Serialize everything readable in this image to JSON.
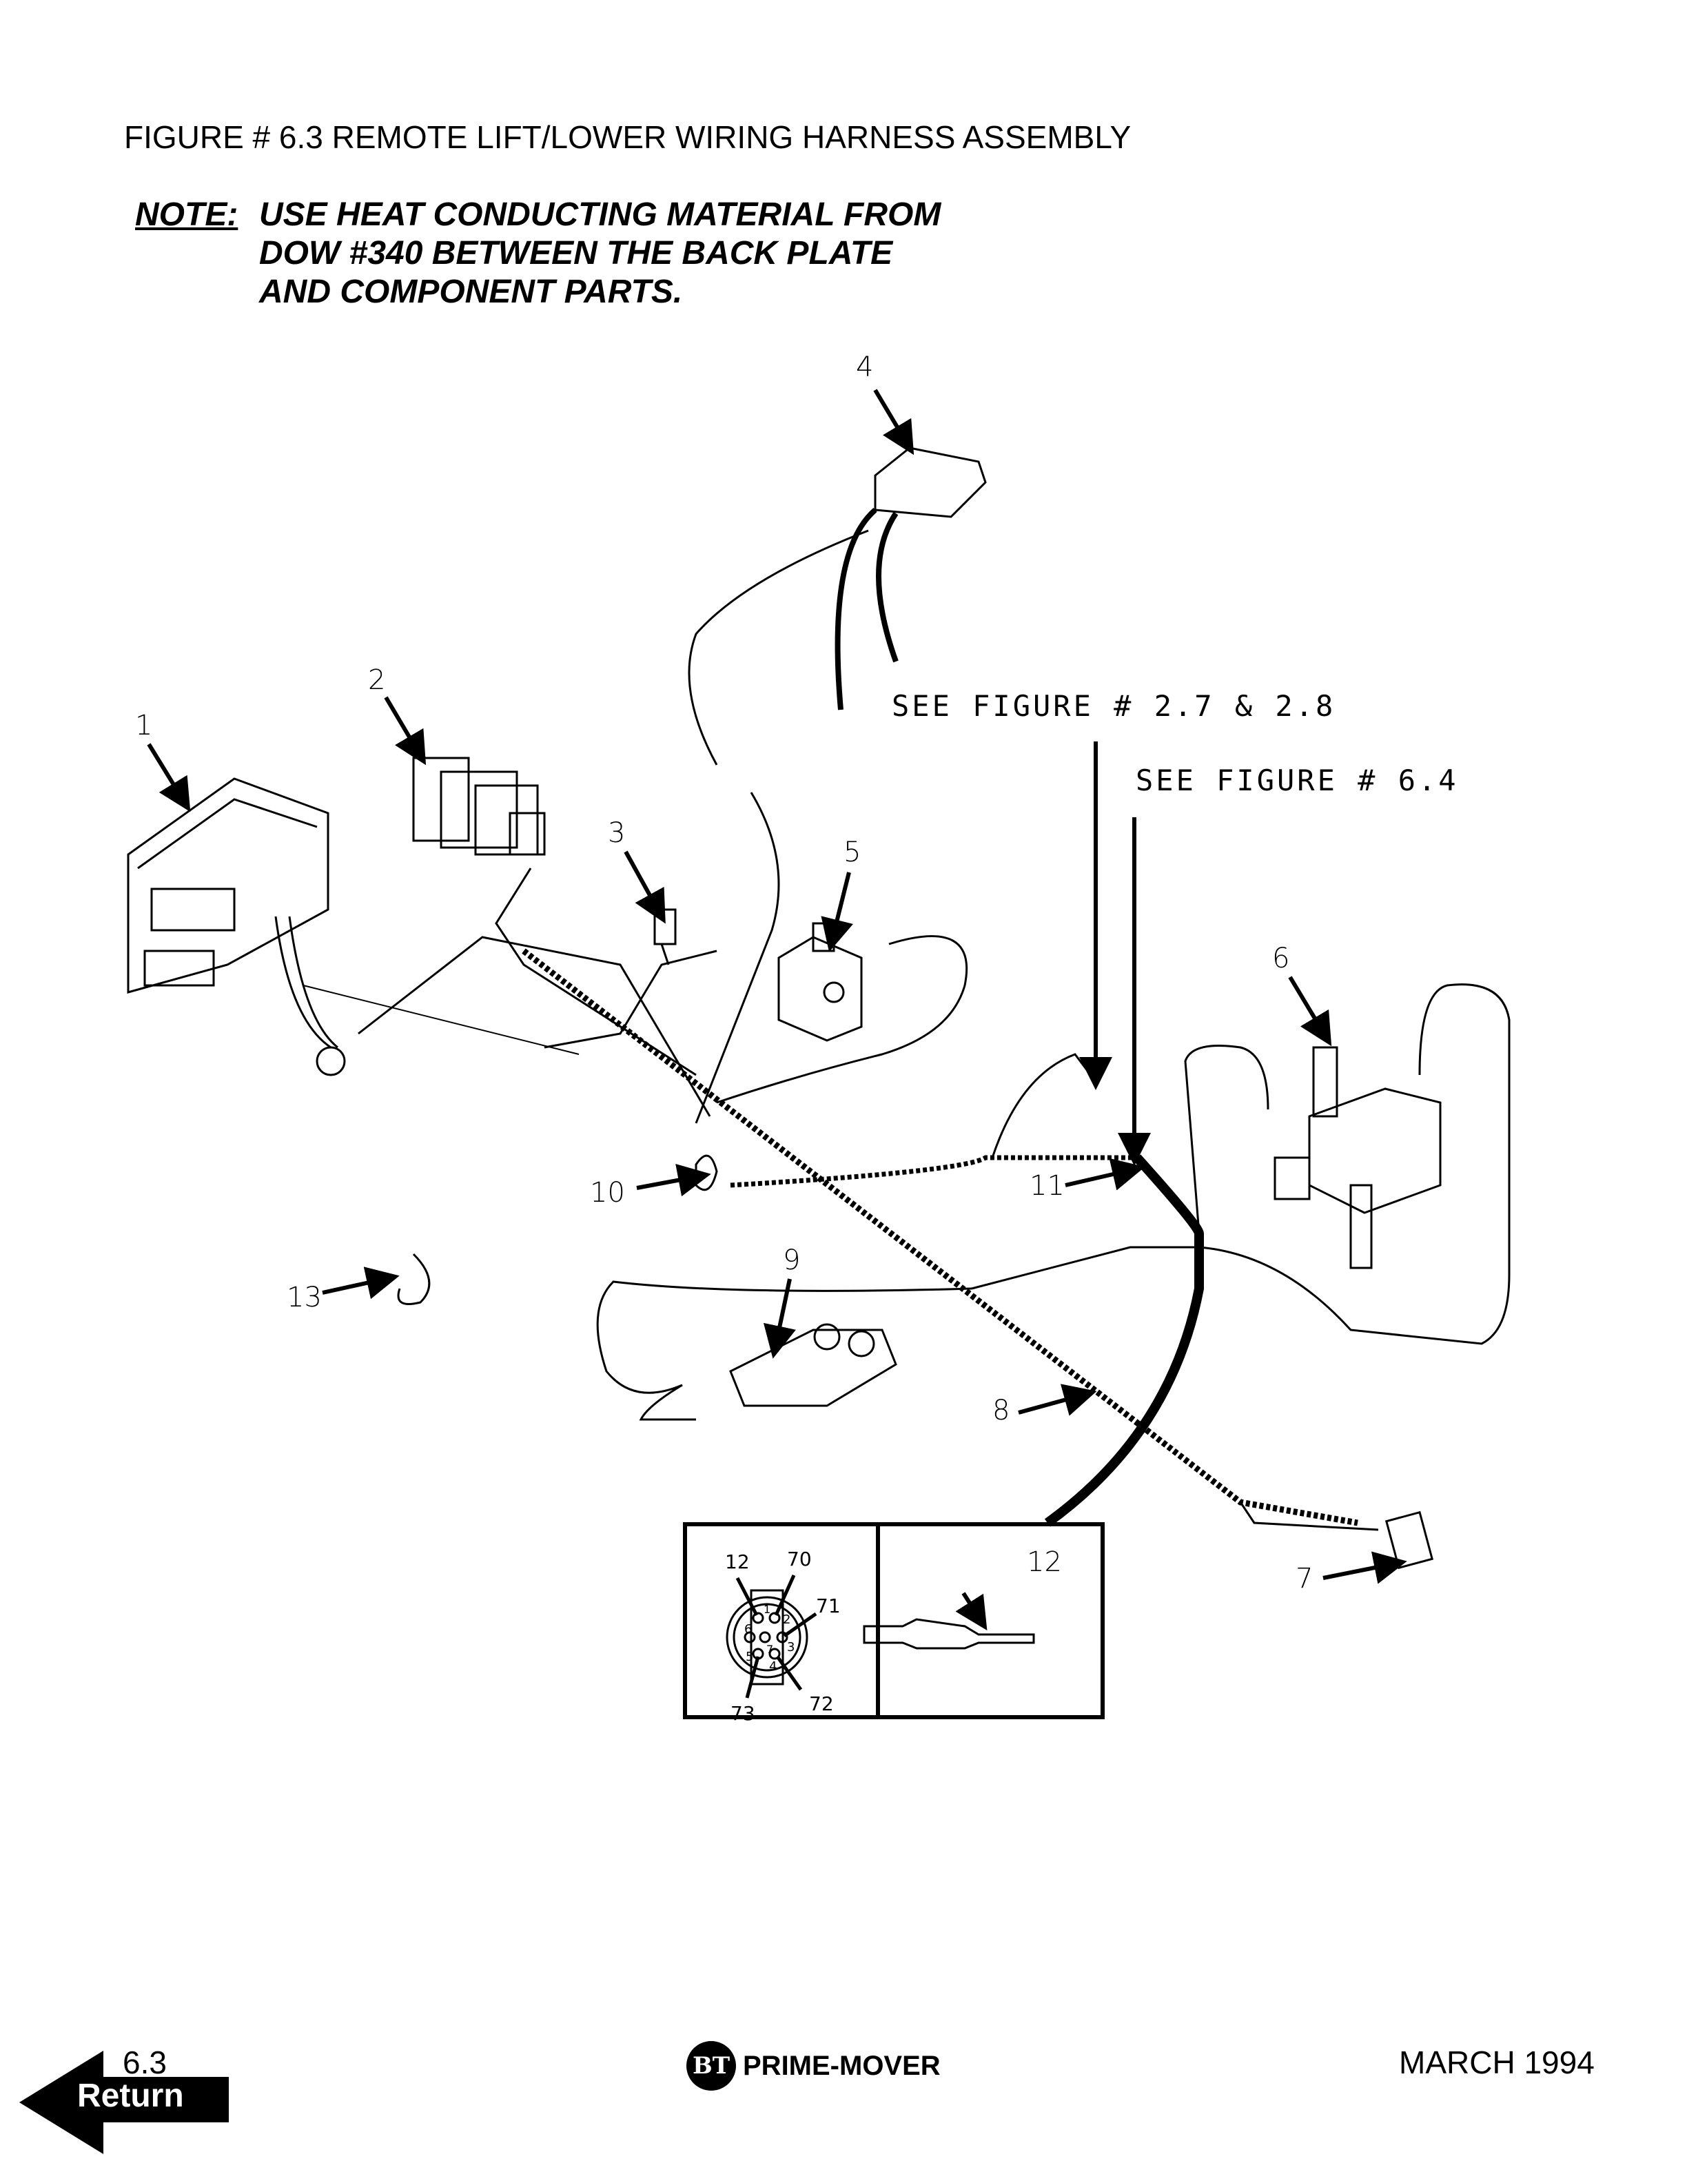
{
  "header": {
    "title": "FIGURE # 6.3  REMOTE LIFT/LOWER WIRING HARNESS ASSEMBLY"
  },
  "note": {
    "label": "NOTE:",
    "lines": [
      "USE HEAT CONDUCTING MATERIAL FROM",
      "DOW #340  BETWEEN THE BACK PLATE",
      "AND COMPONENT PARTS."
    ]
  },
  "references": {
    "fig_27_28": "SEE FIGURE # 2.7 & 2.8",
    "fig_64": "SEE FIGURE # 6.4"
  },
  "callouts": {
    "c1": "1",
    "c2": "2",
    "c3": "3",
    "c4": "4",
    "c5": "5",
    "c6": "6",
    "c7": "7",
    "c8": "8",
    "c9": "9",
    "c10": "10",
    "c11": "11",
    "c12": "12",
    "c13": "13"
  },
  "inset": {
    "left_labels": {
      "a": "12",
      "b": "70",
      "c": "71",
      "d": "72",
      "e": "73"
    },
    "pins": {
      "p1": "1",
      "p2": "2",
      "p3": "3",
      "p4": "4",
      "p5": "5",
      "p6": "6",
      "p7": "7"
    },
    "right_label": "12"
  },
  "footer": {
    "page": "6.3",
    "return_label": "Return",
    "brand": "PRIME-MOVER",
    "logo_mark": "BT",
    "date": "MARCH 1994"
  }
}
